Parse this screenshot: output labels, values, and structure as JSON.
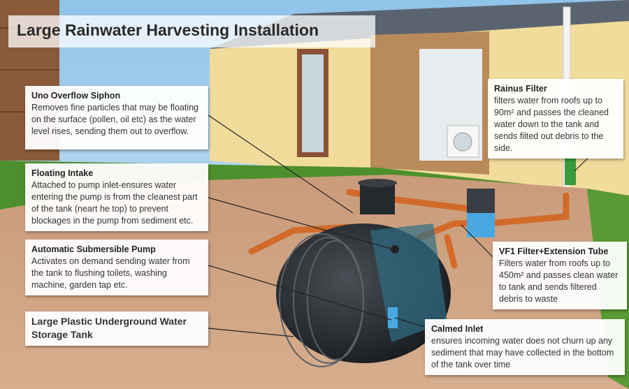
{
  "title": "Large Rainwater Harvesting Installation",
  "labels": {
    "uno": {
      "heading": "Uno Overflow Siphon",
      "body": "Removes fine particles that may be floating  on the surface (pollen, oil etc) as the water level rises, sending them out to overflow."
    },
    "floating": {
      "heading": "Floating Intake",
      "body": "Attached to pump inlet-ensures water entering the pump is from the cleanest part of the tank (neart he top) to prevent blockages in the pump from sediment etc."
    },
    "pump": {
      "heading": "Automatic Submersible Pump",
      "body": "Activates on demand sending water from the tank to flushing toilets, washing machine, garden tap etc."
    },
    "tank": {
      "heading": "Large Plastic Underground Water Storage Tank"
    },
    "rainus": {
      "heading": "Rainus Filter",
      "body": "filters water from roofs up to 90m² and passes the cleaned water down to the tank and sends filted out debris to the side."
    },
    "vf1": {
      "heading": "VF1 Filter+Extension Tube",
      "body": "Filters water from roofs up to 450m² and passes clean water to tank and sends filtered debris to waste"
    },
    "calmed": {
      "heading": "Calmed Inlet",
      "body": "ensures incoming water does not churn up any sediment that may have collected in the bottom of the tank over time"
    }
  }
}
